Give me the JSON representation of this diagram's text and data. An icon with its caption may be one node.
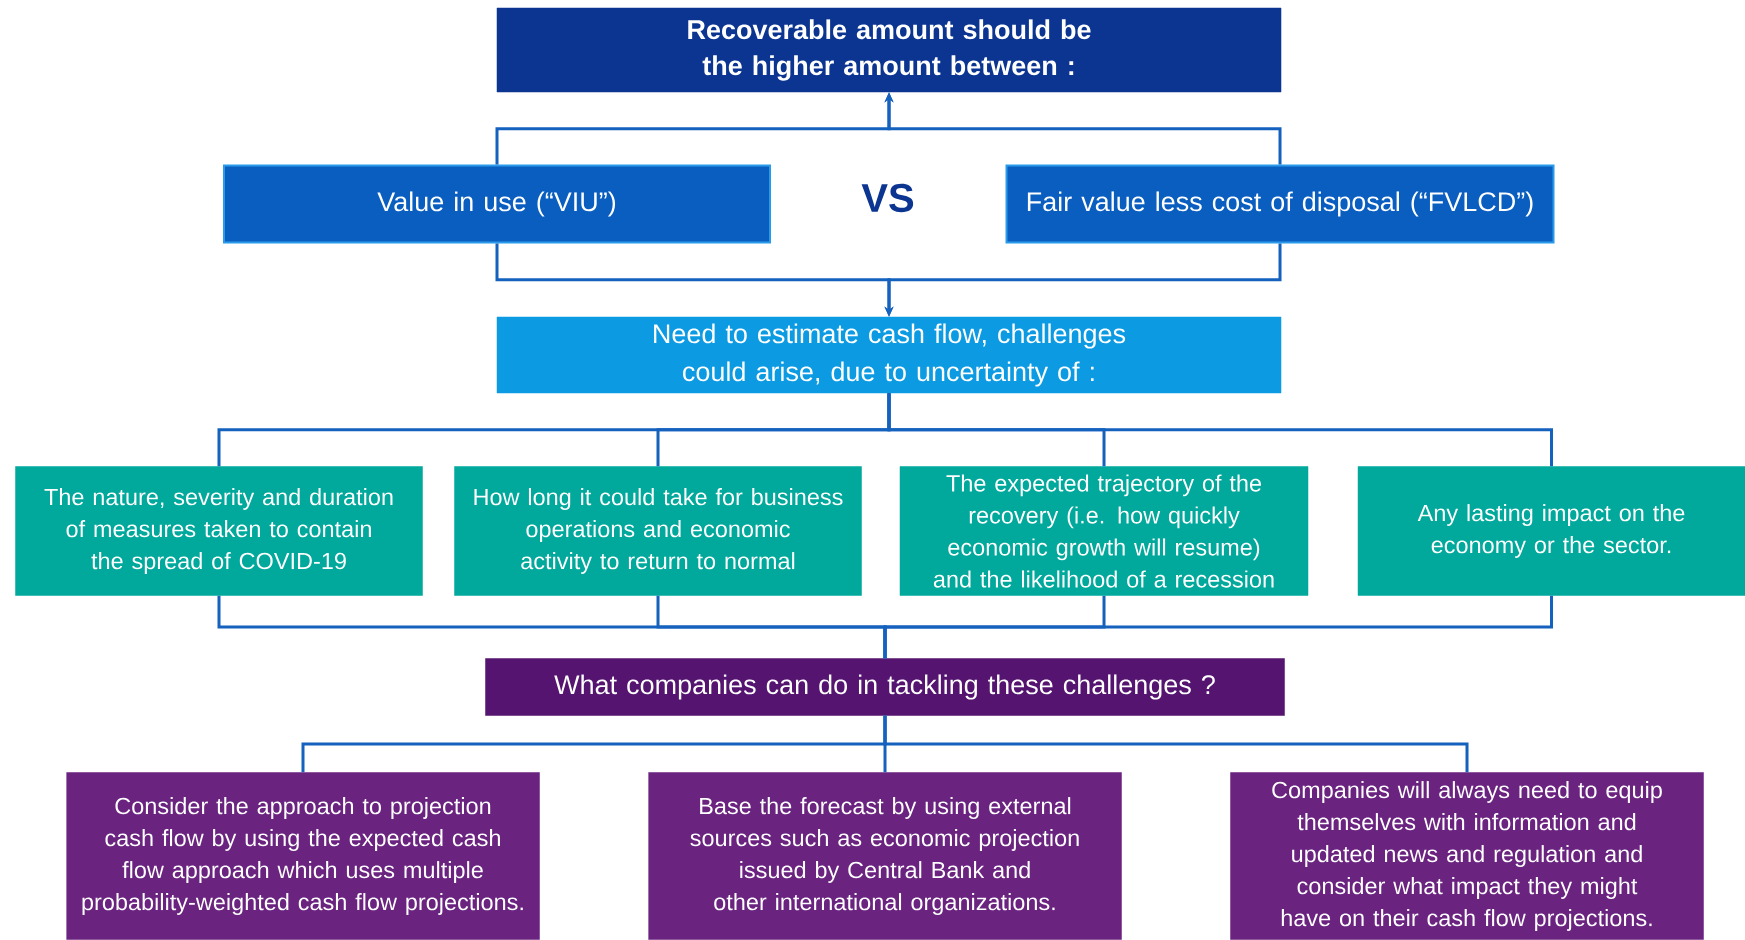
{
  "diagram": {
    "nodes": [
      {
        "text": [
          "Recoverable amount should be the higher amount between :"
        ]
      },
      {
        "text": [
          "Value in use (“VIU”)"
        ]
      },
      {
        "text": [
          "Fair value less cost of disposal (“FVLCD”)"
        ]
      },
      {
        "text": [
          "Need to estimate cash flow, challenges could arise, due to uncertainty of :"
        ]
      },
      {
        "text": [
          "The nature, severity and duration of measures taken to contain the spread of COVID-19"
        ]
      },
      {
        "text": [
          "How long it could take for business operations and economic activity to return to normal"
        ]
      },
      {
        "text": [
          "The expected trajectory of the recovery (i.e. how quickly economic growth will resume) and the likelihood of a recession"
        ]
      },
      {
        "text": [
          "Any lasting impact on the economy or the sector."
        ]
      },
      {
        "text": [
          "What companies can do in tackling these challenges ?"
        ]
      },
      {
        "text": [
          "Consider the approach to projection cash flow by using the expected cash flow approach which uses multiple probability-weighted cash flow projections."
        ]
      },
      {
        "text": [
          "Base the forecast by using external sources such as economic projection issued by Central Bank and other international organizations."
        ]
      },
      {
        "text": [
          "Companies will always need to equip themselves with information and updated news and regulation and consider what impact they might have on their cash flow projections."
        ]
      }
    ],
    "edges": [
      {
        "from": 1,
        "to": 0,
        "arrow": "to"
      },
      {
        "from": 2,
        "to": 0,
        "arrow": "to"
      },
      {
        "from": 1,
        "to": 3,
        "arrow": "to"
      },
      {
        "from": 2,
        "to": 3,
        "arrow": "to"
      },
      {
        "from": 3,
        "to": 4,
        "arrow": "none"
      },
      {
        "from": 3,
        "to": 5,
        "arrow": "none"
      },
      {
        "from": 3,
        "to": 6,
        "arrow": "none"
      },
      {
        "from": 3,
        "to": 7,
        "arrow": "none"
      },
      {
        "from": 4,
        "to": 8,
        "arrow": "none"
      },
      {
        "from": 5,
        "to": 8,
        "arrow": "none"
      },
      {
        "from": 6,
        "to": 8,
        "arrow": "none"
      },
      {
        "from": 7,
        "to": 8,
        "arrow": "none"
      },
      {
        "from": 8,
        "to": 9,
        "arrow": "none"
      },
      {
        "from": 8,
        "to": 10,
        "arrow": "none"
      },
      {
        "from": 8,
        "to": 11,
        "arrow": "none"
      }
    ],
    "labels": [
      "VS"
    ]
  }
}
